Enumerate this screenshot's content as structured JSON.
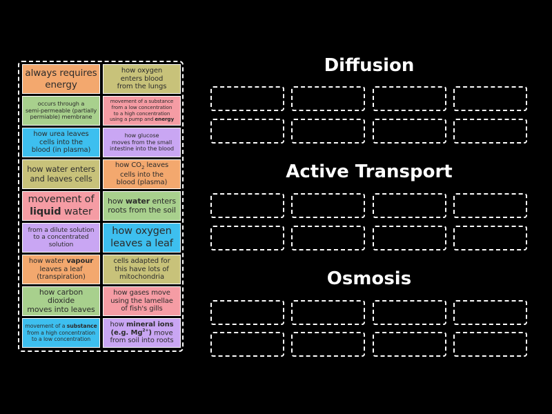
{
  "cards": [
    {
      "text": "always requires energy",
      "color": "#f3a86e"
    },
    {
      "text": "how oxygen enters blood from the lungs",
      "color": "#c8c27a"
    },
    {
      "text": "occurs through a semi-permeable (partially permiable) membrane",
      "color": "#a8d08d"
    },
    {
      "text": "movement of a substance from a low concentration to a high concentration using a pump and energy",
      "color": "#f59ca4"
    },
    {
      "text": "how urea leaves cells into the blood (in plasma)",
      "color": "#3dbfef"
    },
    {
      "text": "how glucose moves from the small intestine into the blood",
      "color": "#c9a6f3"
    },
    {
      "text": "how water enters and leaves cells",
      "color": "#c8c27a"
    },
    {
      "text": "how CO₂ leaves cells into the blood (plasma)",
      "color": "#f3a86e"
    },
    {
      "text": "movement of liquid water",
      "color": "#f59ca4"
    },
    {
      "text": "how water enters roots from the soil",
      "color": "#a8d08d"
    },
    {
      "text": "from a dilute solution to a concentrated solution",
      "color": "#c9a6f3"
    },
    {
      "text": "how oxygen leaves a leaf",
      "color": "#3dbfef"
    },
    {
      "text": "how water vapour leaves a leaf (transpiration)",
      "color": "#f3a86e"
    },
    {
      "text": "cells adapted for this have lots of mitochondria",
      "color": "#c8c27a"
    },
    {
      "text": "how carbon dioxide moves into leaves",
      "color": "#a8d08d"
    },
    {
      "text": "how gases move using the lamellae of fish's gills",
      "color": "#f59ca4"
    },
    {
      "text": "movement of a substance from a high concentration to a low concentration",
      "color": "#3dbfef"
    },
    {
      "text": "how mineral ions (e.g. Mg²⁺) move from soil into roots",
      "color": "#c9a6f3"
    }
  ],
  "groups": [
    {
      "title": "Diffusion"
    },
    {
      "title": "Active Transport"
    },
    {
      "title": "Osmosis"
    }
  ]
}
